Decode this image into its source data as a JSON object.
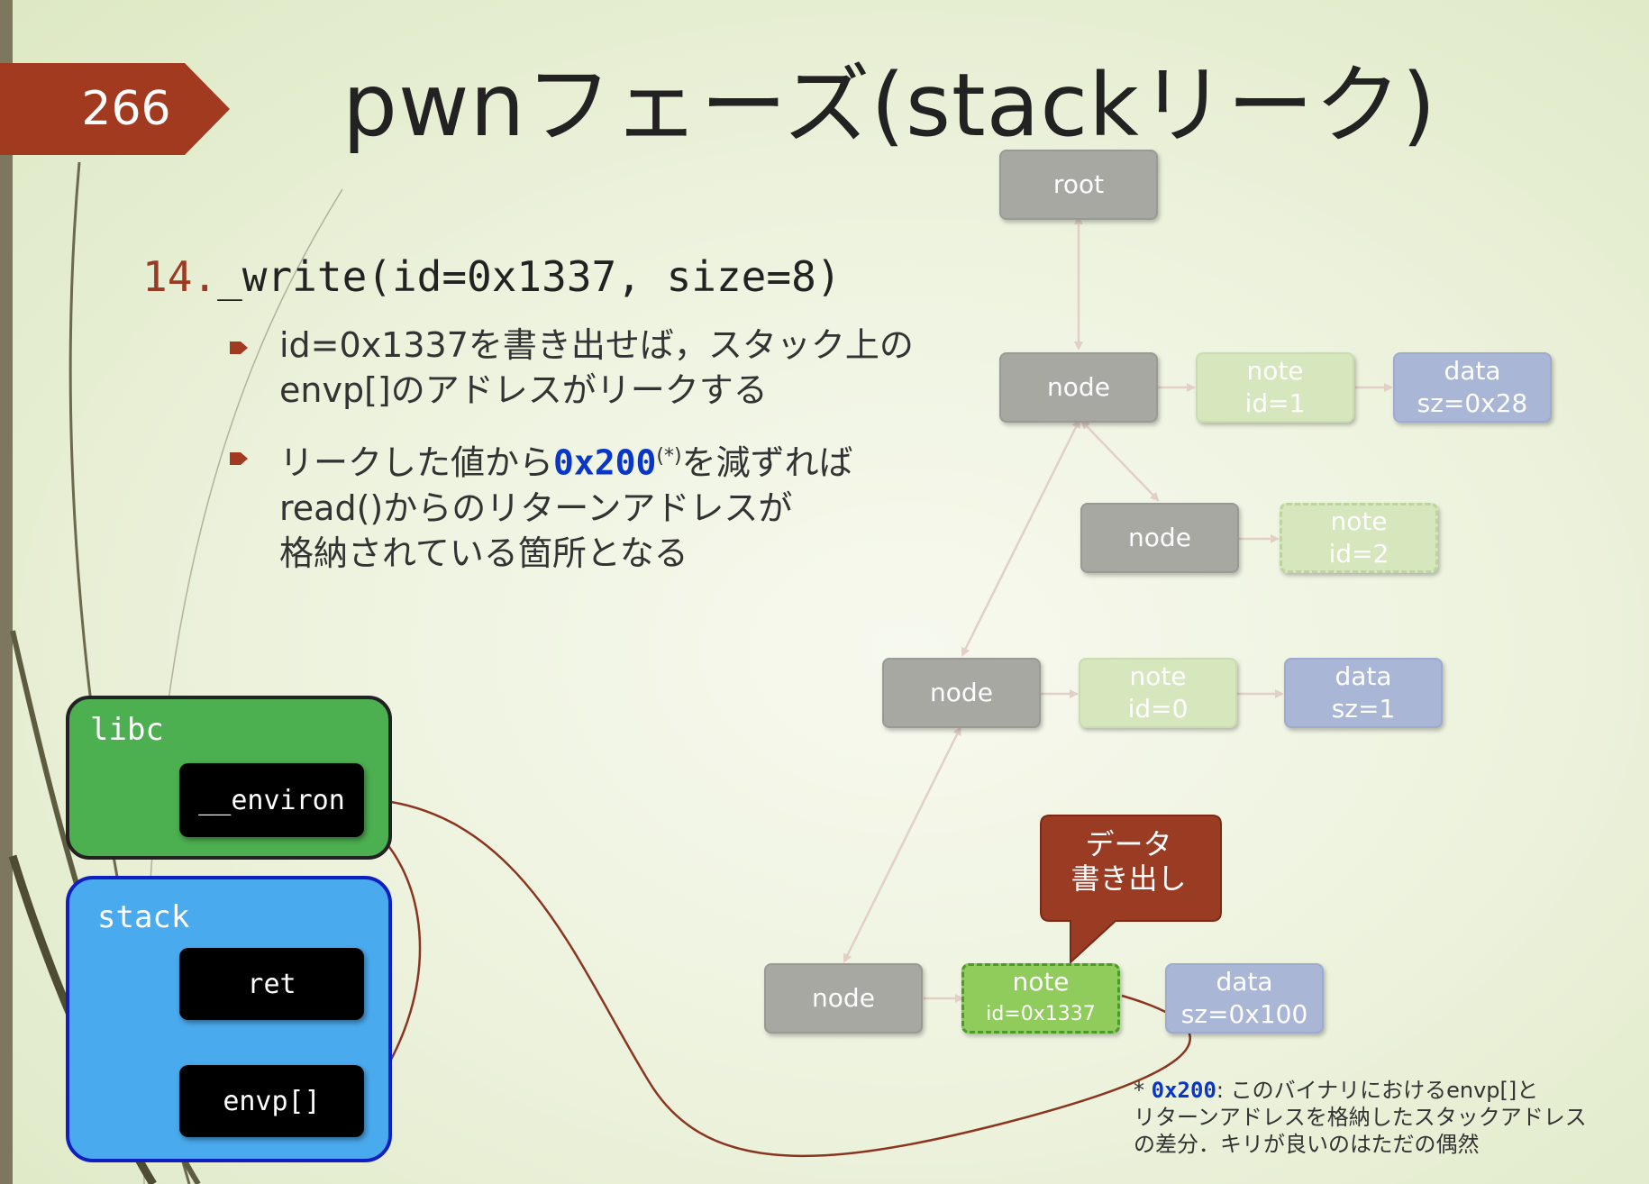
{
  "slide_number": "266",
  "title": "pwnフェーズ(stackリーク)",
  "step": {
    "number": "14.",
    "code": "_write(id=0x1337, size=8)"
  },
  "bullets": [
    {
      "lines": [
        "id=0x1337を書き出せば，スタック上の",
        "envp[]のアドレスがリークする"
      ]
    },
    {
      "line1_pre": "リークした値から",
      "line1_hl": "0x200",
      "line1_sup": "(*)",
      "line1_post": "を減ずれば",
      "line2": "read()からのリターンアドレスが",
      "line3": "格納されている箇所となる"
    }
  ],
  "tree": {
    "root": "root",
    "node_label": "node",
    "note1": [
      "note",
      "id=1"
    ],
    "data1": [
      "data",
      "sz=0x28"
    ],
    "note2": [
      "note",
      "id=2"
    ],
    "note0": [
      "note",
      "id=0"
    ],
    "data0": [
      "data",
      "sz=1"
    ],
    "note1337": [
      "note",
      "id=0x1337"
    ],
    "data1337": [
      "data",
      "sz=0x100"
    ]
  },
  "memory": {
    "libc_label": "libc",
    "environ": "__environ",
    "stack_label": "stack",
    "ret": "ret",
    "envp": "envp[]"
  },
  "callout": [
    "データ",
    "書き出し"
  ],
  "footnote": {
    "star": "*",
    "hl": "0x200",
    "line1_post": ":  このバイナリにおけるenvp[]と",
    "line2": "リターンアドレスを格納したスタックアドレス",
    "line3": "の差分．キリが良いのはただの偶然"
  },
  "colors": {
    "accent": "#9a3b24",
    "highlight": "#0a36c8",
    "libc": "#4caf50",
    "stack": "#4aaaee"
  }
}
